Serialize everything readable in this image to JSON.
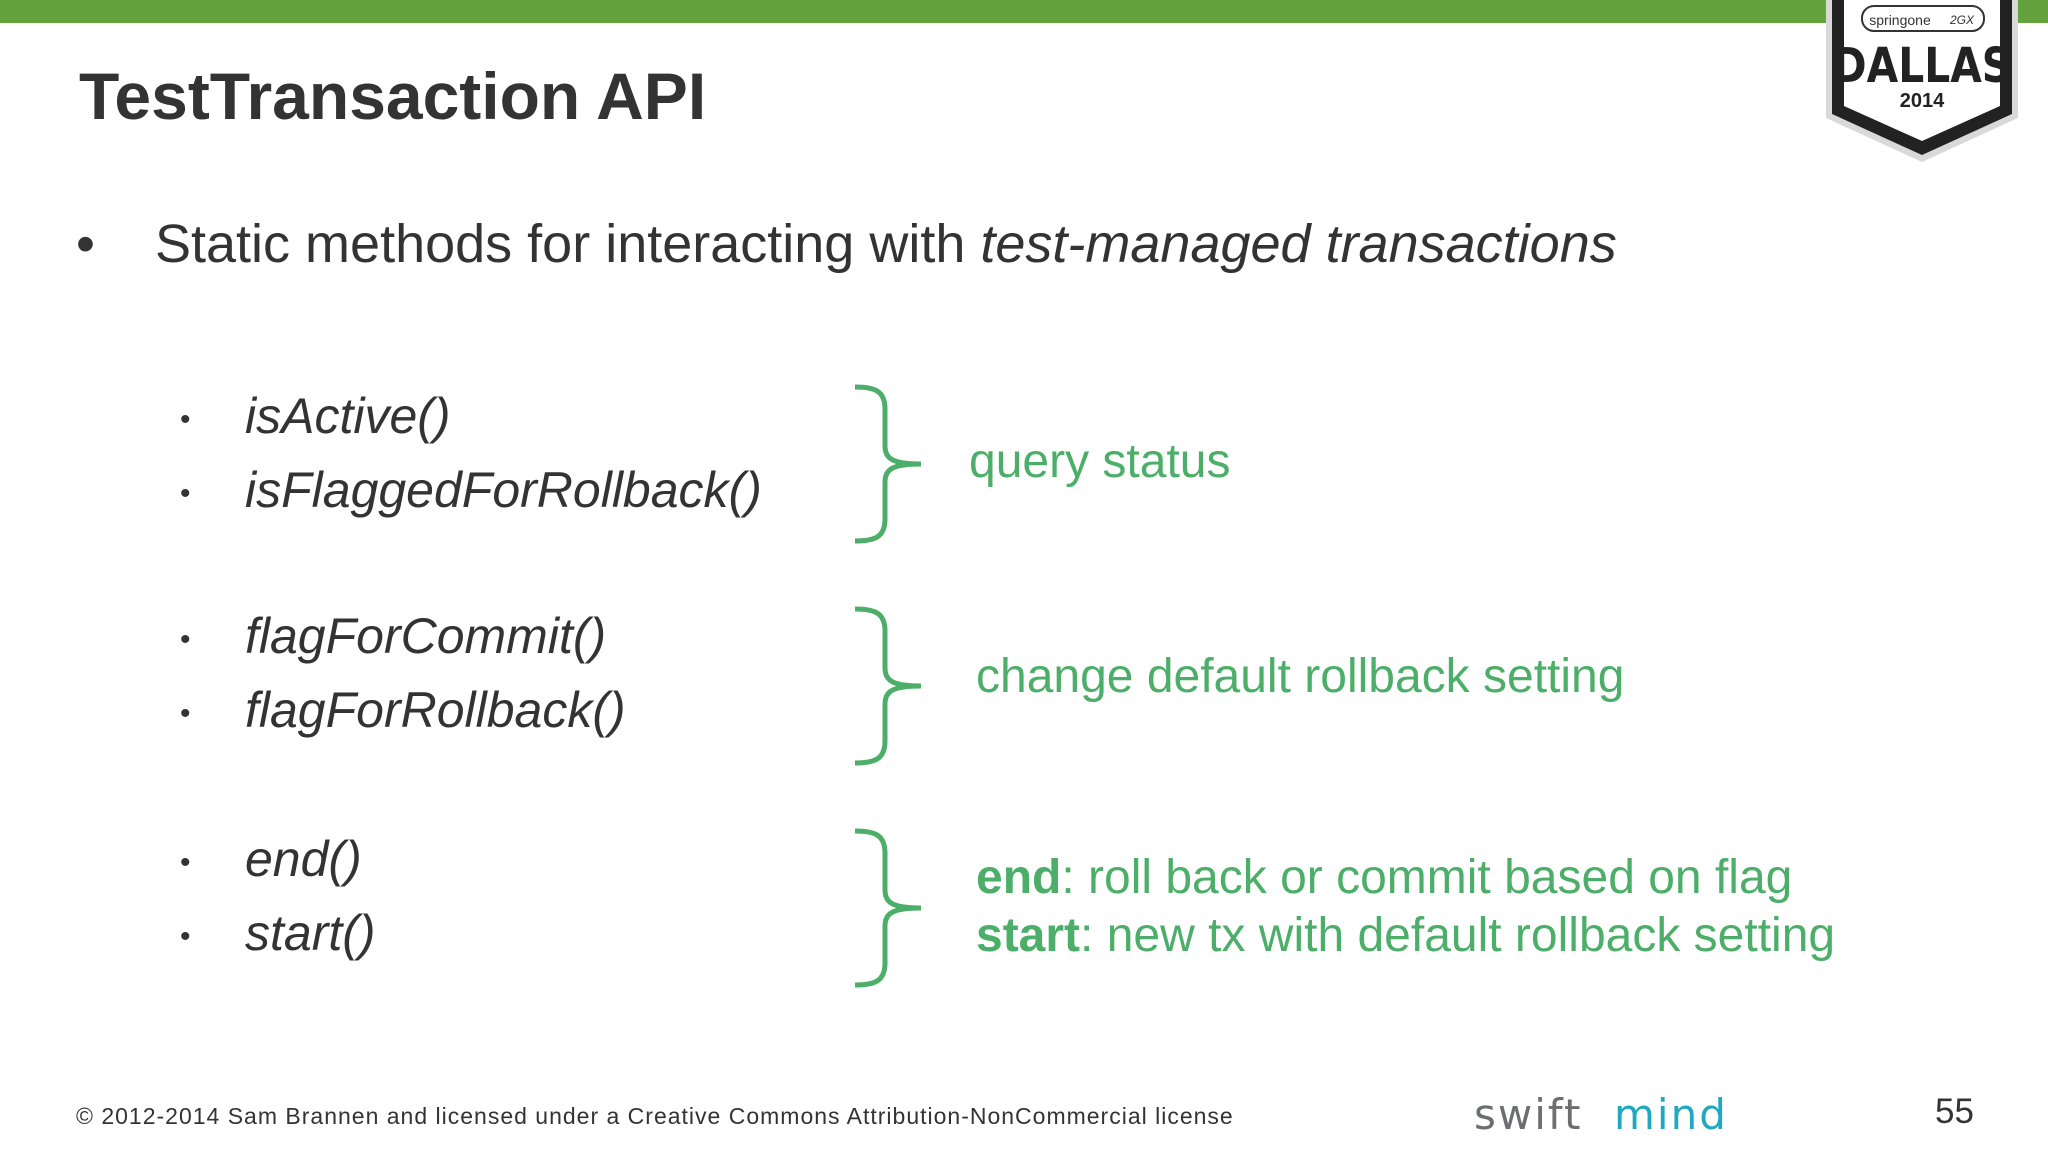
{
  "slide": {
    "title": "TestTransaction API",
    "bullet": {
      "symbol": "•",
      "text_plain": "Static methods for interacting with ",
      "text_italic": "test-managed transactions"
    },
    "groups": [
      {
        "methods": [
          "isActive()",
          "isFlaggedForRollback()"
        ],
        "description": "query status"
      },
      {
        "methods": [
          "flagForCommit()",
          "flagForRollback()"
        ],
        "description": "change default rollback setting"
      },
      {
        "methods": [
          "end()",
          "start()"
        ],
        "description_lines": [
          {
            "term": "end",
            "text": ": roll back or commit based on flag"
          },
          {
            "term": "start",
            "text": ": new tx with default rollback setting"
          }
        ]
      }
    ],
    "sub_bullet_symbol": "•",
    "footer": "© 2012-2014 Sam Brannen and licensed under a Creative Commons Attribution-NonCommercial license",
    "page_number": "55"
  },
  "badge": {
    "brand": "springone",
    "city": "DALLAS",
    "year": "2014"
  },
  "logo": {
    "text_left": "swift",
    "text_right": "mind"
  },
  "colors": {
    "top_bar": "#64a23d",
    "title_text": "#333333",
    "accent_green": "#4cae68",
    "logo_gray": "#6d6e71",
    "logo_teal": "#1fa9c1"
  }
}
